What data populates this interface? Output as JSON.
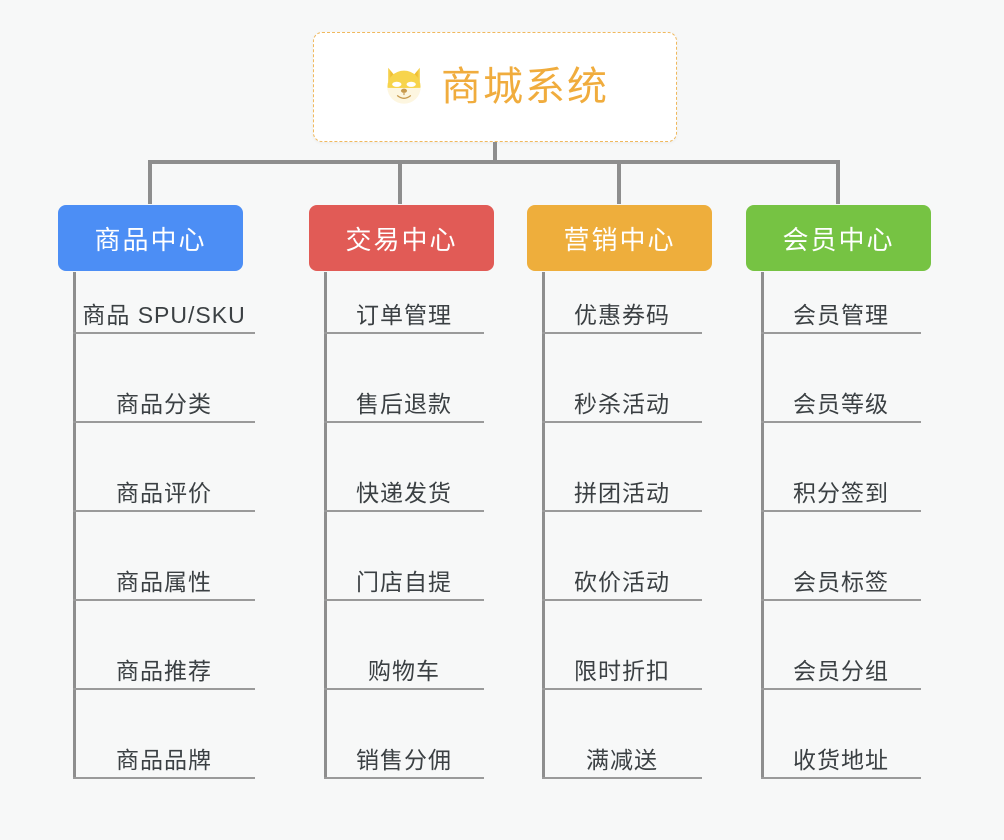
{
  "root": {
    "title": "商城系统",
    "icon": "shiba-dog-icon",
    "border_color": "#f0b95e",
    "text_color": "#f0ac3d",
    "background": "#ffffff"
  },
  "page": {
    "background": "#f7f8f8",
    "connector_color": "#8e8e8e",
    "leaf_text_color": "#3b4043",
    "leaf_rule_color": "#9a9a9a"
  },
  "columns": [
    {
      "id": "product-center",
      "title": "商品中心",
      "color": "#4c8ef5",
      "items": [
        "商品 SPU/SKU",
        "商品分类",
        "商品评价",
        "商品属性",
        "商品推荐",
        "商品品牌"
      ]
    },
    {
      "id": "trade-center",
      "title": "交易中心",
      "color": "#e15b56",
      "items": [
        "订单管理",
        "售后退款",
        "快递发货",
        "门店自提",
        "购物车",
        "销售分佣"
      ]
    },
    {
      "id": "marketing-center",
      "title": "营销中心",
      "color": "#eeae3c",
      "items": [
        "优惠券码",
        "秒杀活动",
        "拼团活动",
        "砍价活动",
        "限时折扣",
        "满减送"
      ]
    },
    {
      "id": "member-center",
      "title": "会员中心",
      "color": "#76c343",
      "items": [
        "会员管理",
        "会员等级",
        "积分签到",
        "会员标签",
        "会员分组",
        "收货地址"
      ]
    }
  ]
}
